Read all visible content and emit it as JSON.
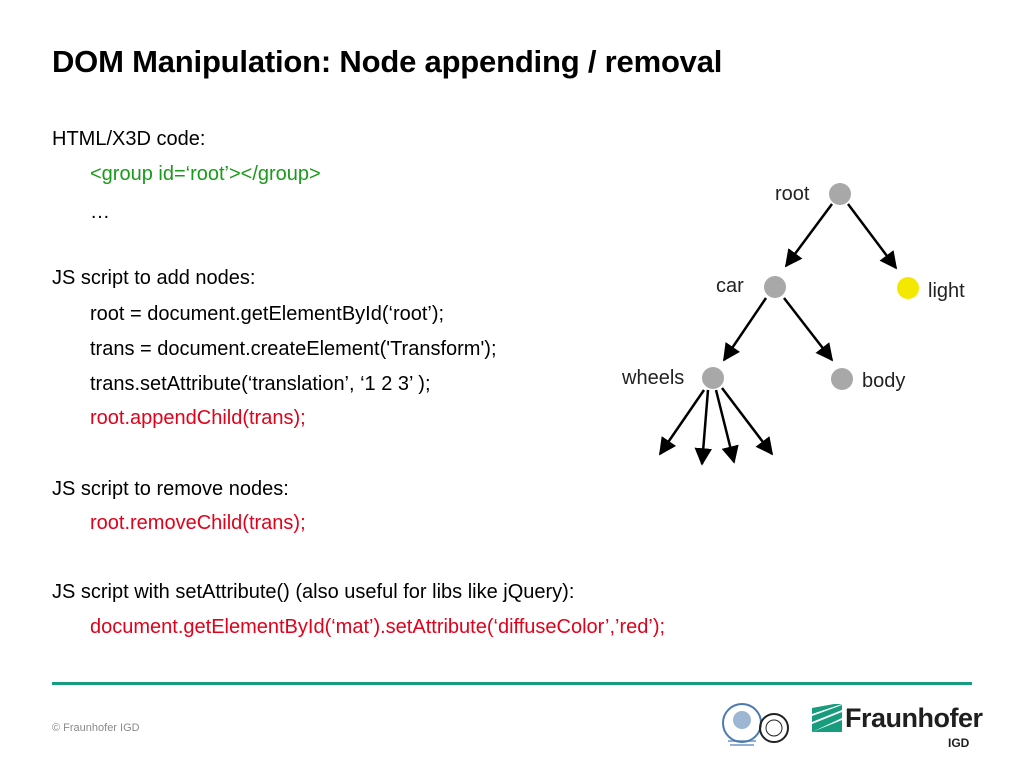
{
  "slide": {
    "title": "DOM Manipulation: Node appending / removal",
    "lines": [
      "HTML/X3D code:",
      "<group id=‘root’></group>",
      "…",
      "JS script to add nodes:",
      "root = document.getElementById(‘root’);",
      "trans = document.createElement('Transform');",
      "trans.setAttribute(‘translation’, ‘1 2 3’ );",
      "root.appendChild(trans);",
      "JS script to remove nodes:",
      "root.removeChild(trans);",
      "JS script with setAttribute() (also useful for libs like jQuery):",
      "document.getElementById(‘mat’).setAttribute(‘diffuseColor’,’red’);"
    ],
    "copyright": "© Fraunhofer IGD"
  },
  "tree": {
    "nodes": {
      "root": "root",
      "car": "car",
      "light": "light",
      "wheels": "wheels",
      "body": "body"
    },
    "node_color": "#a8a8a8",
    "highlight_color": "#f5e800"
  },
  "logo": {
    "name": "Fraunhofer",
    "sub": "IGD",
    "brand_color": "#179c7d"
  },
  "colors": {
    "accent_green": "#179c7d",
    "code_green": "#1a9a1a",
    "code_red": "#e2001a"
  }
}
